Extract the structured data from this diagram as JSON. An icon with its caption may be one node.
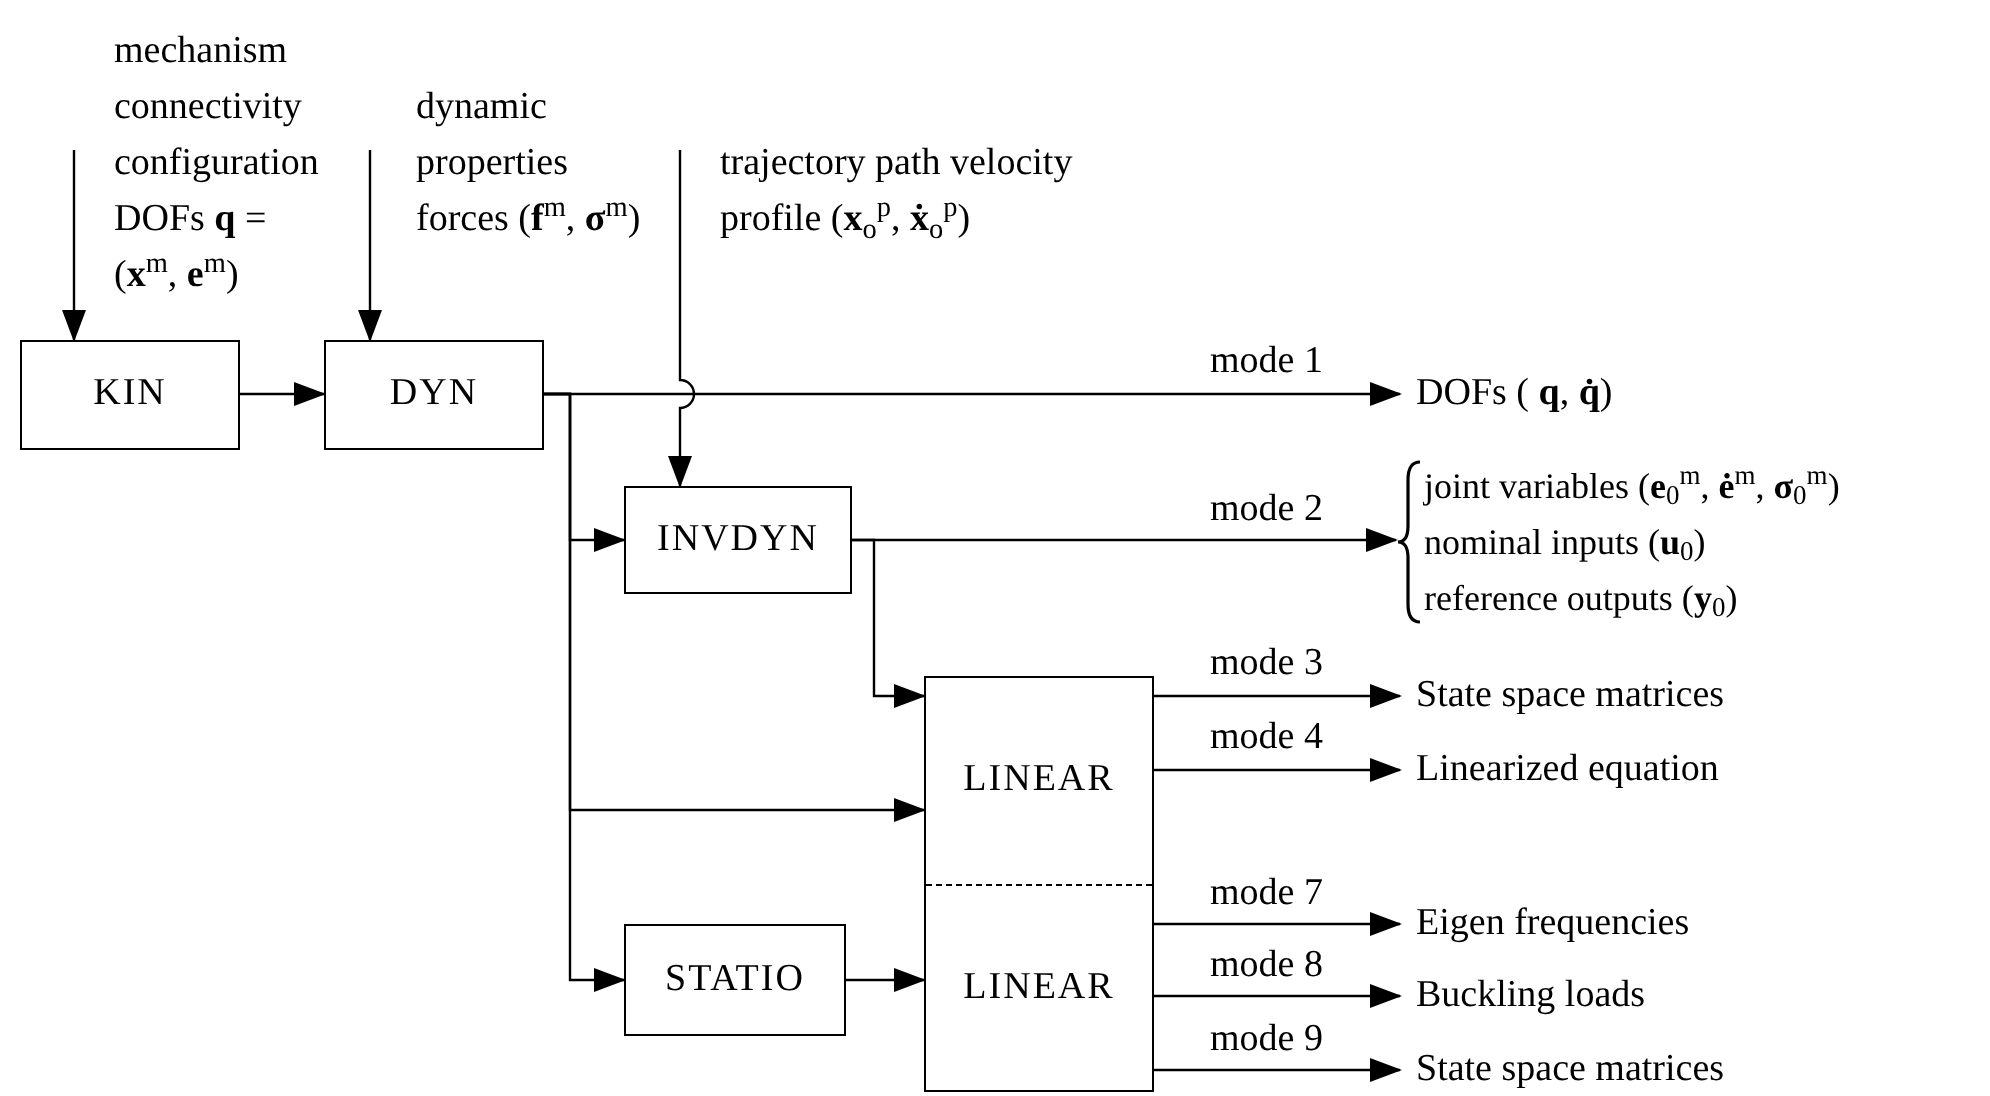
{
  "diagram": {
    "nodes": [
      {
        "text": [
          "mechanism connectivity configuration DOFs **q** = (**x**$^{m}$, **e**$^{m}$)"
        ]
      },
      {
        "text": [
          "dynamic properties forces (**f**$^{m}$, **σ**$^{m}$)"
        ]
      },
      {
        "text": [
          "trajectory path velocity profile (**x**$_{o}$$^{p}$, **ẋ**$_{o}$$^{p}$)"
        ]
      },
      {
        "text": [
          "KIN"
        ]
      },
      {
        "text": [
          "DYN"
        ]
      },
      {
        "text": [
          "INVDYN"
        ]
      },
      {
        "text": [],
        "shape": "box"
      },
      {
        "text": [
          "LINEAR"
        ],
        "in": 6
      },
      {
        "text": [
          "LINEAR"
        ],
        "in": 6
      },
      {
        "text": [
          "STATIO"
        ]
      },
      {
        "text": [
          "DOFs ( **q**, **q̇**)"
        ]
      },
      {
        "text": [
          "joint variables (**e**$_{0}$$^{m}$, **ė**$^{m}$, **σ**$_{0}$$^{m}$)",
          "nominal inputs (**u**$_{0}$)",
          "reference outputs (**y**$_{0}$)"
        ]
      },
      {
        "text": [
          "State space matrices"
        ]
      },
      {
        "text": [
          "Linearized equation"
        ]
      },
      {
        "text": [
          "Eigen frequencies"
        ]
      },
      {
        "text": [
          "Buckling loads"
        ]
      },
      {
        "text": [
          "State space matrices"
        ]
      }
    ],
    "edges": [
      {
        "from": 0,
        "to": 3,
        "arrow": "to"
      },
      {
        "from": 1,
        "to": 4,
        "arrow": "to"
      },
      {
        "from": 2,
        "to": 5,
        "arrow": "to"
      },
      {
        "from": 3,
        "to": 4,
        "arrow": "to"
      },
      {
        "from": 4,
        "to": 10,
        "arrow": "to",
        "label": "mode 1"
      },
      {
        "from": 4,
        "to": 5,
        "arrow": "to"
      },
      {
        "from": 4,
        "to": 7,
        "arrow": "to"
      },
      {
        "from": 4,
        "to": 9,
        "arrow": "to"
      },
      {
        "from": 5,
        "to": 11,
        "arrow": "to",
        "label": "mode 2"
      },
      {
        "from": 5,
        "to": 7,
        "arrow": "to"
      },
      {
        "from": 9,
        "to": 8,
        "arrow": "to"
      },
      {
        "from": 7,
        "to": 12,
        "arrow": "to",
        "label": "mode 3"
      },
      {
        "from": 7,
        "to": 13,
        "arrow": "to",
        "label": "mode 4"
      },
      {
        "from": 8,
        "to": 14,
        "arrow": "to",
        "label": "mode 7"
      },
      {
        "from": 8,
        "to": 15,
        "arrow": "to",
        "label": "mode 8"
      },
      {
        "from": 8,
        "to": 16,
        "arrow": "to",
        "label": "mode 9"
      }
    ]
  }
}
